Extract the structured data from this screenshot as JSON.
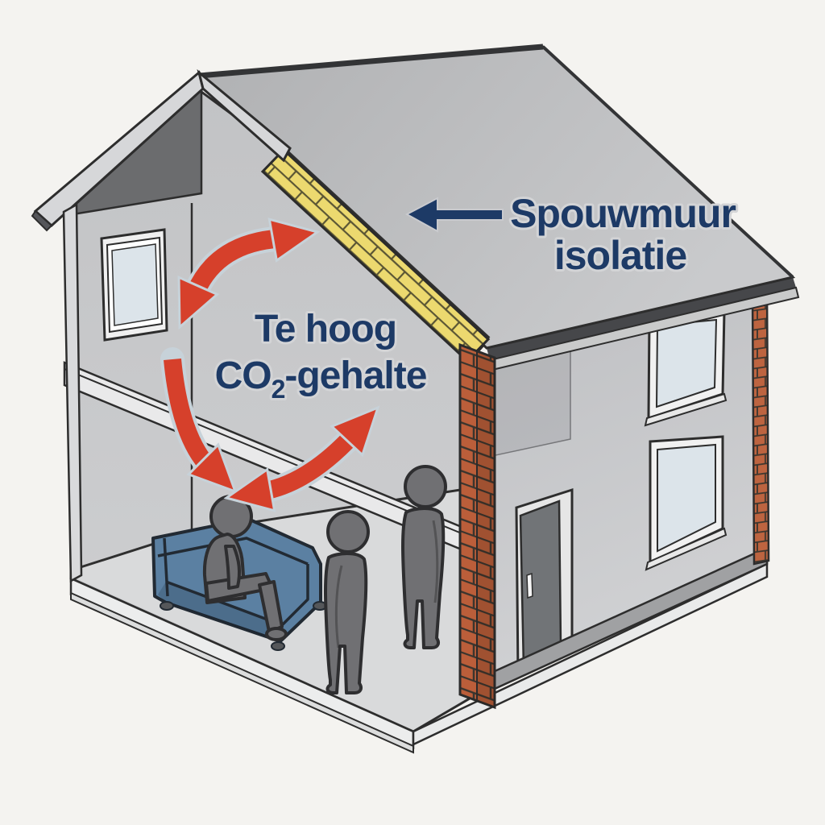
{
  "illustration": {
    "description": "Cutaway house diagram showing cavity wall insulation and a too-high CO2 level with air circulation arrows",
    "labels": {
      "insulation": {
        "line1": "Spouwmuur",
        "line2": "isolatie"
      },
      "co2": {
        "line1": "Te hoog",
        "prefix": "CO",
        "subscript": "2",
        "suffix": "-gehalte"
      }
    }
  },
  "colors": {
    "background": "#f4f3f0",
    "label_navy": "#1d3a66",
    "arrow_red": "#d6402b",
    "arrow_halo": "#c7d2d9",
    "insulation_yellow": "#ecd96f",
    "brick_orange": "#bb5e3a",
    "couch_blue": "#5b80a2",
    "figure_gray": "#707073",
    "roof_gray": "#bcbdbf",
    "wall_gray": "#c6c7c9",
    "glass_blue": "#dce4ea"
  }
}
